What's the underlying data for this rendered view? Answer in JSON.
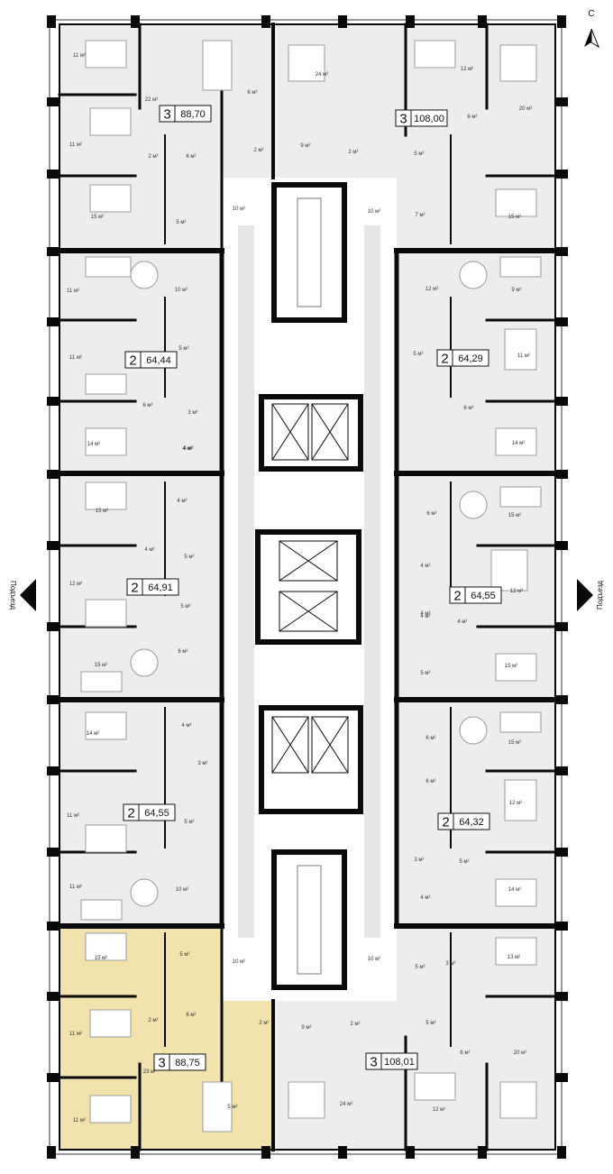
{
  "north_label": "C",
  "entrance_label": "Подъезд",
  "apartments": [
    {
      "id": "a1",
      "rooms": "3",
      "area": "88,70"
    },
    {
      "id": "a2",
      "rooms": "3",
      "area": "108,00"
    },
    {
      "id": "a3",
      "rooms": "2",
      "area": "64,44"
    },
    {
      "id": "a4",
      "rooms": "2",
      "area": "64,29"
    },
    {
      "id": "a5",
      "rooms": "2",
      "area": "64,91"
    },
    {
      "id": "a6",
      "rooms": "2",
      "area": "64,55"
    },
    {
      "id": "a7",
      "rooms": "2",
      "area": "64,55"
    },
    {
      "id": "a8",
      "rooms": "2",
      "area": "64,32"
    },
    {
      "id": "a9",
      "rooms": "3",
      "area": "88,75",
      "highlighted": true
    },
    {
      "id": "a10",
      "rooms": "3",
      "area": "108,01"
    }
  ],
  "room_labels": [
    "11 м²",
    "22 м²",
    "6 м²",
    "24 м²",
    "12 м²",
    "20 м²",
    "6 м²",
    "11 м²",
    "2 м²",
    "6 м²",
    "2 м²",
    "9 м²",
    "2 м²",
    "5 м²",
    "15 м²",
    "5 м²",
    "10 м²",
    "10 м²",
    "7 м²",
    "15 м²",
    "11 м²",
    "10 м²",
    "12 м²",
    "9 м²",
    "11 м²",
    "5 м²",
    "5 м²",
    "11 м²",
    "6 м²",
    "3 м²",
    "4 м²",
    "6 м²",
    "14 м²",
    "4 м²",
    "14 м²",
    "15 м²",
    "4 м²",
    "6 м²",
    "15 м²",
    "4 м²",
    "5 м²",
    "4 м²",
    "12 м²",
    "5 м²",
    "12 м²",
    "4 м²",
    "4 м²",
    "4 м²",
    "5 м²",
    "15 м²",
    "6 м²",
    "15 м²",
    "14 м²",
    "4 м²",
    "6 м²",
    "15 м²",
    "3 м²",
    "6 м²",
    "11 м²",
    "5 м²",
    "12 м²",
    "3 м²",
    "5 м²",
    "11 м²",
    "10 м²",
    "4 м²",
    "14 м²",
    "15 м²",
    "5 м²",
    "13 м²",
    "10 м²",
    "10 м²",
    "5 м²",
    "3 м²",
    "11 м²",
    "2 м²",
    "6 м²",
    "2 м²",
    "9 м²",
    "2 м²",
    "5 м²",
    "23 м²",
    "6 м²",
    "20 м²",
    "11 м²",
    "5 м²",
    "24 м²",
    "12 м²"
  ],
  "colors": {
    "wall": "#0a0a0a",
    "floor": "#ededed",
    "core": "#ffffff",
    "highlight": "#f2e2ad",
    "furniture": "#9a9a9a"
  },
  "icons": [
    "north-arrow-icon",
    "entrance-left-arrow-icon",
    "entrance-right-arrow-icon"
  ]
}
